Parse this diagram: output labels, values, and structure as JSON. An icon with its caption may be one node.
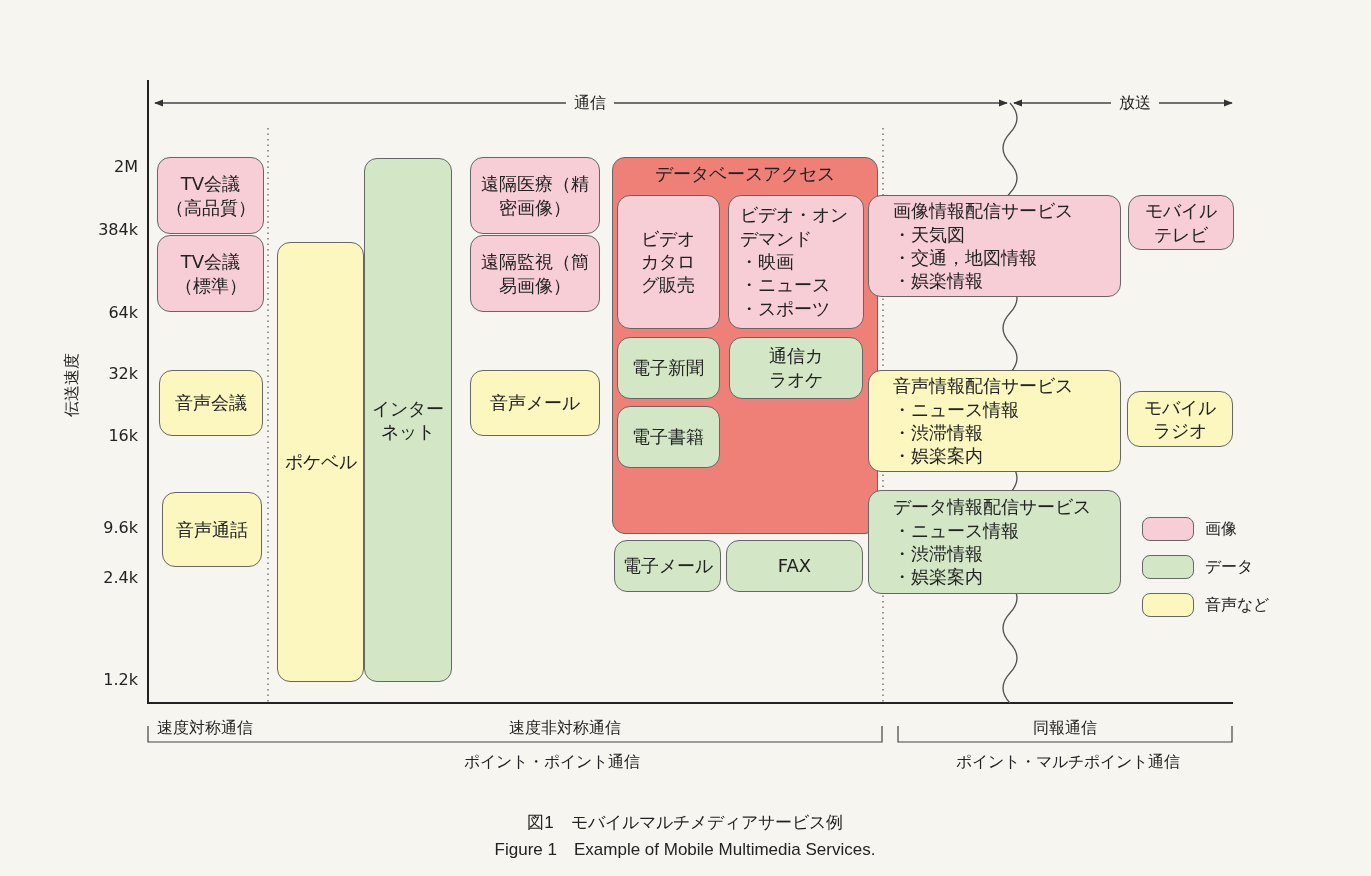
{
  "diagram": {
    "caption": "図1　モバイルマルチメディアサービス例",
    "nodes": [
      {
        "text": [
          "TV会議（高品質）"
        ]
      },
      {
        "text": [
          "TV会議（標準）"
        ]
      },
      {
        "text": [
          "音声会議"
        ]
      },
      {
        "text": [
          "音声通話"
        ]
      },
      {
        "text": [
          "ポケベル"
        ]
      },
      {
        "text": [
          "インターネット"
        ]
      },
      {
        "text": [
          "遠隔医療（精密画像）"
        ]
      },
      {
        "text": [
          "遠隔監視（簡易画像）"
        ]
      },
      {
        "text": [
          "音声メール"
        ]
      },
      {
        "text": [
          "データベースアクセス"
        ]
      },
      {
        "text": [
          "ビデオカタログ販売"
        ],
        "in": 9
      },
      {
        "text": [
          "ビデオ・オンデマンド",
          "・映画",
          "・ニュース",
          "・スポーツ"
        ],
        "in": 9
      },
      {
        "text": [
          "電子新聞"
        ],
        "in": 9
      },
      {
        "text": [
          "通信カラオケ"
        ],
        "in": 9
      },
      {
        "text": [
          "電子書籍"
        ],
        "in": 9
      },
      {
        "text": [
          "電子メール"
        ]
      },
      {
        "text": [
          "FAX"
        ]
      },
      {
        "text": [
          "画像情報配信サービス",
          "・天気図",
          "・交通，地図情報",
          "・娯楽情報"
        ]
      },
      {
        "text": [
          "モバイルテレビ"
        ]
      },
      {
        "text": [
          "音声情報配信サービス",
          "・ニュース情報",
          "・渋滞情報",
          "・娯楽案内"
        ]
      },
      {
        "text": [
          "モバイルラジオ"
        ]
      },
      {
        "text": [
          "データ情報配信サービス",
          "・ニュース情報",
          "・渋滞情報",
          "・娯楽案内"
        ]
      }
    ],
    "labels": [
      "通信",
      "放送",
      "2M",
      "384k",
      "64k",
      "32k",
      "16k",
      "9.6k",
      "2.4k",
      "1.2k",
      "伝送速度",
      "速度対称通信",
      "速度非対称通信",
      "同報通信",
      "ポイント・ポイント通信",
      "ポイント・マルチポイント通信",
      "Figure 1　Example of Mobile Multimedia Services."
    ],
    "legend": [
      {
        "text": "画像",
        "color": "#f7cdd6"
      },
      {
        "text": "データ",
        "color": "#d3e7c7"
      },
      {
        "text": "音声など",
        "color": "#fbf7bf"
      }
    ]
  }
}
